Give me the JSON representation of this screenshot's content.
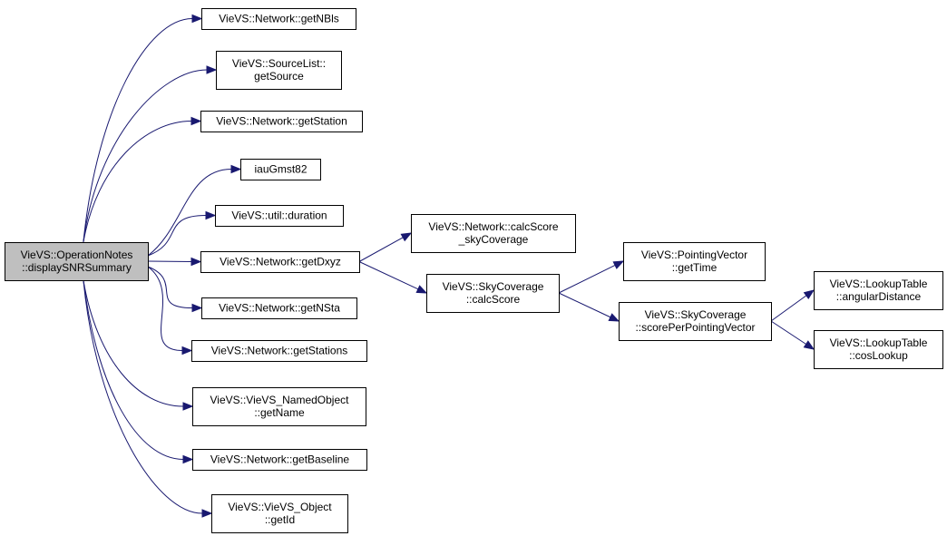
{
  "colors": {
    "edge": "#191970",
    "root_fill": "#bfbfbf",
    "node_fill": "#ffffff",
    "border": "#000000"
  },
  "nodes": [
    {
      "id": "root",
      "lines": [
        "VieVS::OperationNotes",
        "::displaySNRSummary"
      ],
      "root": true
    },
    {
      "id": "getNBls",
      "lines": [
        "VieVS::Network::getNBls"
      ]
    },
    {
      "id": "getSource",
      "lines": [
        "VieVS::SourceList::",
        "getSource"
      ]
    },
    {
      "id": "getStation",
      "lines": [
        "VieVS::Network::getStation"
      ]
    },
    {
      "id": "iauGmst82",
      "lines": [
        "iauGmst82"
      ]
    },
    {
      "id": "duration",
      "lines": [
        "VieVS::util::duration"
      ]
    },
    {
      "id": "getDxyz",
      "lines": [
        "VieVS::Network::getDxyz"
      ]
    },
    {
      "id": "getNSta",
      "lines": [
        "VieVS::Network::getNSta"
      ]
    },
    {
      "id": "getStations",
      "lines": [
        "VieVS::Network::getStations"
      ]
    },
    {
      "id": "getName",
      "lines": [
        "VieVS::VieVS_NamedObject",
        "::getName"
      ]
    },
    {
      "id": "getBaseline",
      "lines": [
        "VieVS::Network::getBaseline"
      ]
    },
    {
      "id": "getId",
      "lines": [
        "VieVS::VieVS_Object",
        "::getId"
      ]
    },
    {
      "id": "calcScoreSky",
      "lines": [
        "VieVS::Network::calcScore",
        "_skyCoverage"
      ]
    },
    {
      "id": "calcScore",
      "lines": [
        "VieVS::SkyCoverage",
        "::calcScore"
      ]
    },
    {
      "id": "getTime",
      "lines": [
        "VieVS::PointingVector",
        "::getTime"
      ]
    },
    {
      "id": "scorePPV",
      "lines": [
        "VieVS::SkyCoverage",
        "::scorePerPointingVector"
      ]
    },
    {
      "id": "angularDistance",
      "lines": [
        "VieVS::LookupTable",
        "::angularDistance"
      ]
    },
    {
      "id": "cosLookup",
      "lines": [
        "VieVS::LookupTable",
        "::cosLookup"
      ]
    }
  ],
  "edges": [
    [
      "root",
      "getNBls"
    ],
    [
      "root",
      "getSource"
    ],
    [
      "root",
      "getStation"
    ],
    [
      "root",
      "iauGmst82"
    ],
    [
      "root",
      "duration"
    ],
    [
      "root",
      "getDxyz"
    ],
    [
      "root",
      "getNSta"
    ],
    [
      "root",
      "getStations"
    ],
    [
      "root",
      "getName"
    ],
    [
      "root",
      "getBaseline"
    ],
    [
      "root",
      "getId"
    ],
    [
      "getDxyz",
      "calcScoreSky"
    ],
    [
      "getDxyz",
      "calcScore"
    ],
    [
      "calcScore",
      "getTime"
    ],
    [
      "calcScore",
      "scorePPV"
    ],
    [
      "scorePPV",
      "angularDistance"
    ],
    [
      "scorePPV",
      "cosLookup"
    ]
  ]
}
